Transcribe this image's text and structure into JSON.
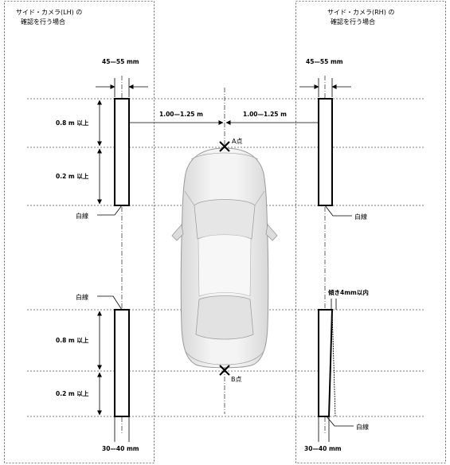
{
  "panel_lh": {
    "title_line1": "サイド・カメラ(LH) の",
    "title_line2": "確認を行う場合"
  },
  "panel_rh": {
    "title_line1": "サイド・カメラ(RH) の",
    "title_line2": "確認を行う場合"
  },
  "dims": {
    "top_width": "45—55 mm",
    "bottom_width": "30—40 mm",
    "lateral": "1.00—1.25 m",
    "length_08": "0.8 m 以上",
    "length_02": "0.2 m 以上",
    "tilt": "傾き4mm以内"
  },
  "labels": {
    "white_line": "白線",
    "point_a": "A点",
    "point_b": "B点"
  }
}
